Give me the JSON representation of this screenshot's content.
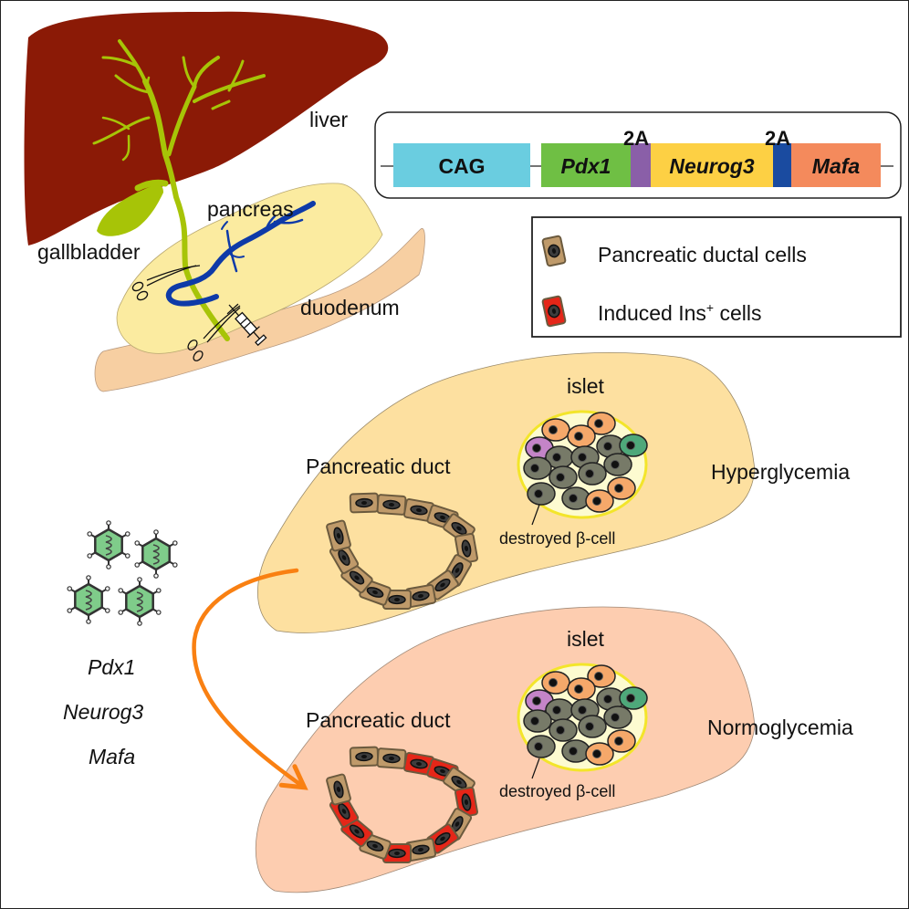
{
  "anatomy": {
    "liver_label": "liver",
    "gallbladder_label": "gallbladder",
    "pancreas_label": "pancreas",
    "duodenum_label": "duodenum",
    "colors": {
      "liver": "#8b1a06",
      "bile_duct": "#a7c407",
      "pancreas": "#fbeba0",
      "pancreatic_duct": "#0e3aa8",
      "duodenum": "#f7cfa2"
    }
  },
  "construct": {
    "segments": [
      {
        "label": "CAG",
        "color": "#6acde0",
        "italic": false
      },
      {
        "label": "Pdx1",
        "color": "#6fbf44",
        "italic": true
      },
      {
        "label": "",
        "color": "#8a5fa8",
        "italic": false
      },
      {
        "label": "Neurog3",
        "color": "#fdd044",
        "italic": true
      },
      {
        "label": "",
        "color": "#1a4ba0",
        "italic": false
      },
      {
        "label": "Mafa",
        "color": "#f48a5c",
        "italic": true
      }
    ],
    "linker_labels": [
      "2A",
      "2A"
    ]
  },
  "legend": {
    "items": [
      {
        "label": "Pancreatic ductal cells",
        "color": "#bf9a6a"
      },
      {
        "label": "Induced Ins",
        "superscript": "+",
        "suffix": " cells",
        "color": "#e52618"
      }
    ]
  },
  "virus": {
    "genes": [
      "Pdx1",
      "Neurog3",
      "Mafa"
    ],
    "capsid_color": "#7fcc8a"
  },
  "panels": [
    {
      "state": "Hyperglycemia",
      "duct_label": "Pancreatic duct",
      "islet_label": "islet",
      "annotation": "destroyed β-cell",
      "tissue_color": "#fde0a0",
      "induced_cells": false
    },
    {
      "state": "Normoglycemia",
      "duct_label": "Pancreatic duct",
      "islet_label": "islet",
      "annotation": "destroyed β-cell",
      "tissue_color": "#fdcdb0",
      "induced_cells": true
    }
  ],
  "arrow_color": "#f98012"
}
